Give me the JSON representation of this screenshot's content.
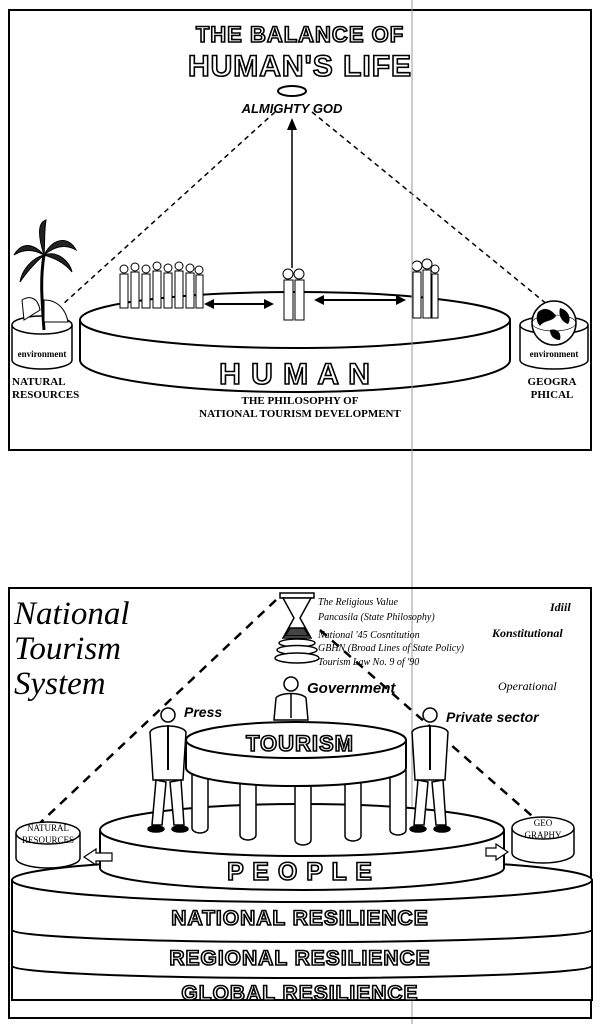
{
  "top_panel": {
    "title_line1": "THE BALANCE OF",
    "title_line2": "HUMAN'S LIFE",
    "apex_label": "ALMIGHTY GOD",
    "disc_label": "H U M A N",
    "left_env_label": "environment",
    "right_env_label": "environment",
    "left_caption_line1": "NATURAL",
    "left_caption_line2": "RESOURCES",
    "right_caption_line1": "GEOGRA",
    "right_caption_line2": "PHICAL",
    "bottom_caption_line1": "THE PHILOSOPHY OF",
    "bottom_caption_line2": "NATIONAL TOURISM DEVELOPMENT"
  },
  "bottom_panel": {
    "title_line1": "National",
    "title_line2": "Tourism",
    "title_line3": "System",
    "values": [
      "The Religious Value",
      "Pancasila (State Philosophy)",
      "National '45 Cosntitution",
      "GBHN (Broad Lines of State Policy)",
      "Tourism Law No. 9 of '90"
    ],
    "level_idiil": "Idiil",
    "level_konstitutional": "Konstitutional",
    "level_operational": "Operational",
    "actor_government": "Government",
    "actor_press": "Press",
    "actor_private": "Private sector",
    "tourism_label": "TOURISM",
    "people_label": "P E O P L E",
    "left_disc_line1": "NATURAL",
    "left_disc_line2": "RESOURCES",
    "right_disc_line1": "GEO",
    "right_disc_line2": "GRAPHY",
    "resilience_national": "NATIONAL RESILIENCE",
    "resilience_regional": "REGIONAL RESILIENCE",
    "resilience_global": "GLOBAL RESILIENCE"
  }
}
